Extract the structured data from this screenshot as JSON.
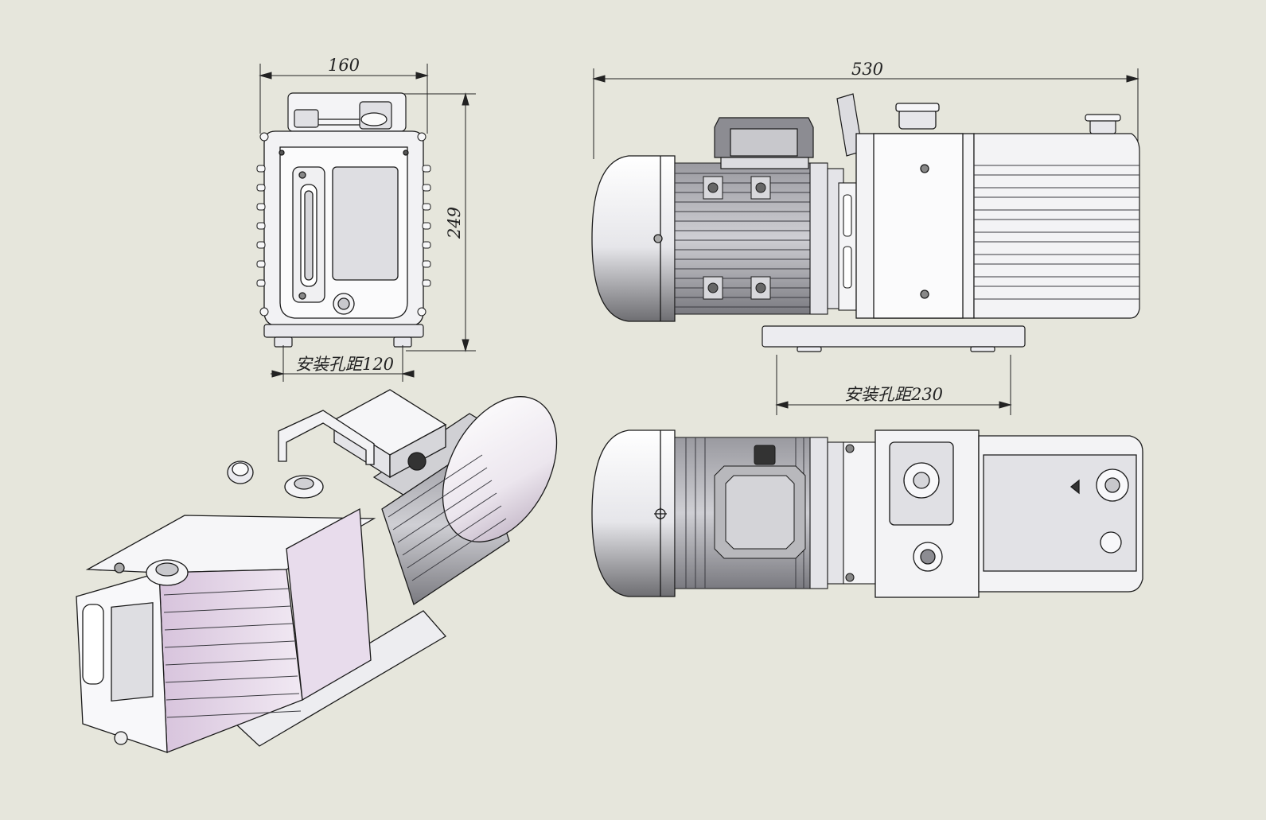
{
  "background_color": "#e6e6dc",
  "line_color": "#1a1a1a",
  "body_fill": "#f2f2f4",
  "accent_fill": "#d8c8dc",
  "views": {
    "front": {
      "width_label": "160",
      "height_label": "249",
      "mount_label": "安装孔距120"
    },
    "side": {
      "length_label": "530",
      "mount_label": "安装孔距230"
    }
  }
}
